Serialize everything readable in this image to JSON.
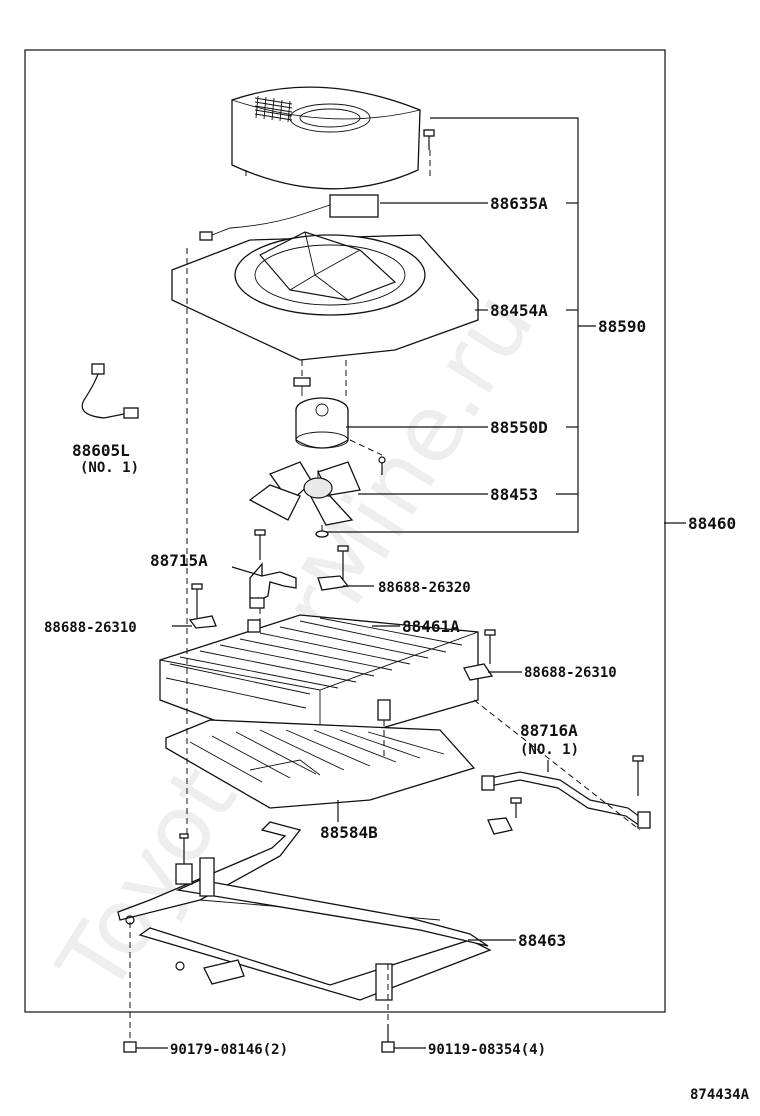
{
  "watermark": "ToyotaCarMine.ru",
  "diagram_id": "874434A",
  "parts": {
    "p88635A": "88635A",
    "p88454A": "88454A",
    "p88590": "88590",
    "p88605L": "88605L",
    "p88605L_note": "(NO. 1)",
    "p88550D": "88550D",
    "p88453": "88453",
    "p88460": "88460",
    "p88715A": "88715A",
    "p88688_26320": "88688-26320",
    "p88688_26310_left": "88688-26310",
    "p88461A": "88461A",
    "p88688_26310_right": "88688-26310",
    "p88716A": "88716A",
    "p88716A_note": "(NO. 1)",
    "p88584B": "88584B",
    "p88463": "88463",
    "p90179": "90179-08146(2)",
    "p90119": "90119-08354(4)"
  }
}
